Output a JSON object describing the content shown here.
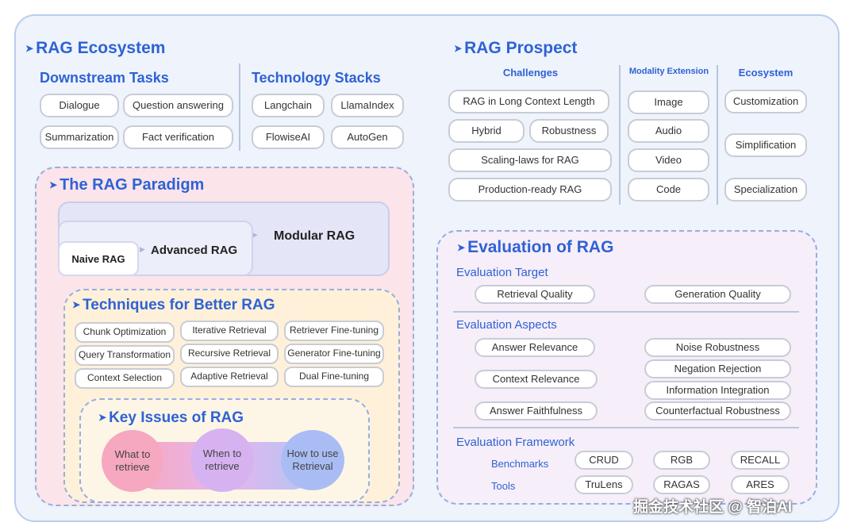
{
  "ecosystem": {
    "title": "RAG Ecosystem",
    "downstream": {
      "title": "Downstream Tasks",
      "items": [
        "Dialogue",
        "Question answering",
        "Summarization",
        "Fact verification"
      ]
    },
    "stacks": {
      "title": "Technology Stacks",
      "items": [
        "Langchain",
        "LlamaIndex",
        "FlowiseAI",
        "AutoGen"
      ]
    }
  },
  "prospect": {
    "title": "RAG Prospect",
    "challenges": {
      "title": "Challenges",
      "items": [
        "RAG in Long Context Length",
        "Hybrid",
        "Robustness",
        "Scaling-laws for RAG",
        "Production-ready RAG"
      ]
    },
    "modality": {
      "title": "Modality Extension",
      "items": [
        "Image",
        "Audio",
        "Video",
        "Code"
      ]
    },
    "ecosystem": {
      "title": "Ecosystem",
      "items": [
        "Customization",
        "Simplification",
        "Specialization"
      ]
    }
  },
  "paradigm": {
    "title": "The RAG Paradigm",
    "modular": "Modular RAG",
    "advanced": "Advanced RAG",
    "naive": "Naive RAG"
  },
  "techniques": {
    "title": "Techniques for Better RAG",
    "items": [
      "Chunk Optimization",
      "Iterative Retrieval",
      "Retriever Fine-tuning",
      "Query Transformation",
      "Recursive Retrieval",
      "Generator Fine-tuning",
      "Context Selection",
      "Adaptive Retrieval",
      "Dual Fine-tuning"
    ]
  },
  "key_issues": {
    "title": "Key Issues of RAG",
    "items": [
      "What to retrieve",
      "When to retrieve",
      "How to use Retrieval"
    ]
  },
  "evaluation": {
    "title": "Evaluation of RAG",
    "target": {
      "title": "Evaluation Target",
      "items": [
        "Retrieval Quality",
        "Generation Quality"
      ]
    },
    "aspects": {
      "title": "Evaluation Aspects",
      "items": [
        "Answer Relevance",
        "Context Relevance",
        "Answer Faithfulness",
        "Noise Robustness",
        "Negation Rejection",
        "Information Integration",
        "Counterfactual Robustness"
      ]
    },
    "framework": {
      "title": "Evaluation Framework",
      "benchmarks_label": "Benchmarks",
      "tools_label": "Tools",
      "benchmarks": [
        "CRUD",
        "RGB",
        "RECALL"
      ],
      "tools": [
        "TruLens",
        "RAGAS",
        "ARES"
      ]
    }
  },
  "watermark": "掘金技术社区 @ 智泊AI",
  "colors": {
    "accent": "#2f62d4",
    "panel_bg": "#eef3fc",
    "paradigm_bg": "#fbe4ea",
    "techniques_bg": "#fff1d9",
    "key_issues_bg": "#fdf6e6",
    "evaluation_bg": "#f6eef9",
    "blob_pink": "#f6a8c0",
    "blob_purple": "#d7b2f0",
    "blob_blue": "#a9bdf4"
  }
}
